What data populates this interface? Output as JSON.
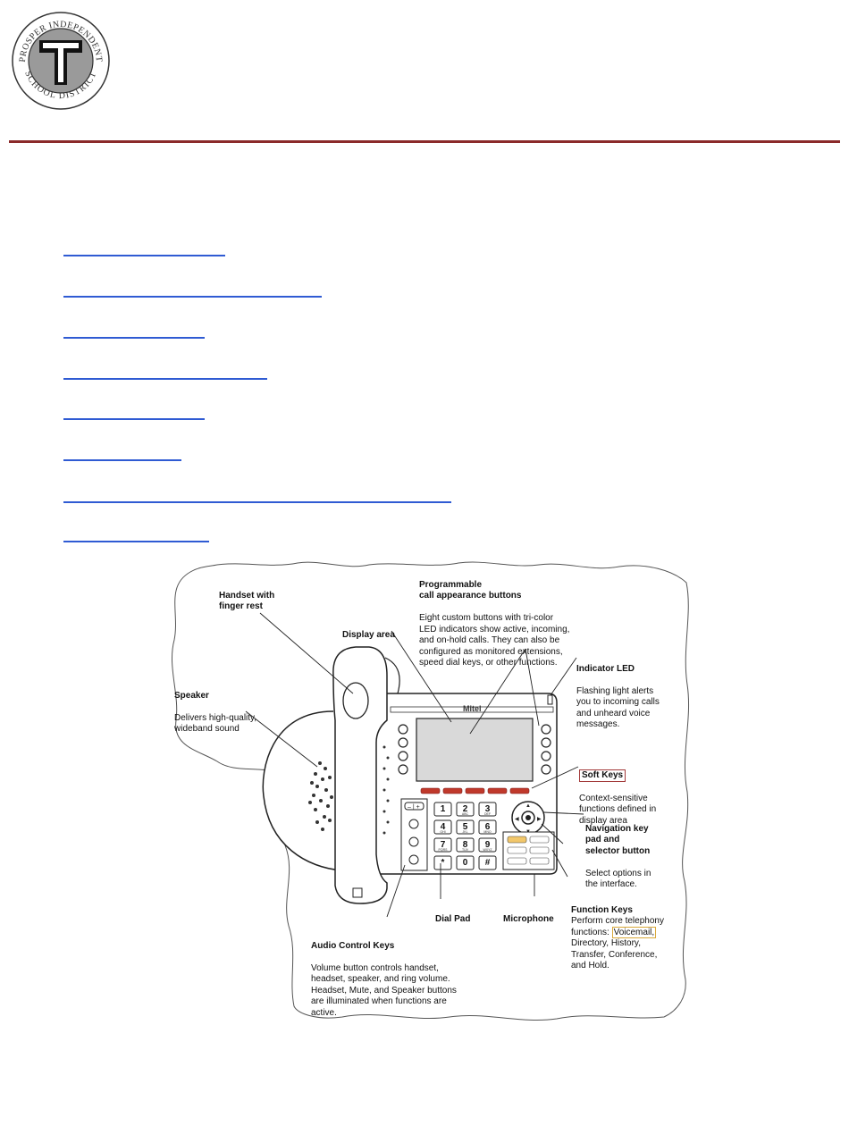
{
  "header": {
    "logo_text_top": "PROSPER INDEPENDENT",
    "logo_text_bottom": "SCHOOL DISTRICT",
    "logo_letter": "T",
    "rule_color": "#8b2a2a"
  },
  "toc": {
    "link_color": "#2f5bd3",
    "count": 8
  },
  "phone": {
    "brand": "Mitel",
    "dialpad": [
      "1",
      "2",
      "3",
      "4",
      "5",
      "6",
      "7",
      "8",
      "9",
      "*",
      "0",
      "#"
    ],
    "dialpad_sub": [
      "",
      "ABC",
      "DEF",
      "GHI",
      "JKL",
      "MNO",
      "PQRS",
      "TUV",
      "WXYZ",
      "",
      "",
      ""
    ],
    "volume_keys": "– | +"
  },
  "labels": {
    "handset_title": "Handset with\nfinger rest",
    "display_title": "Display area",
    "prog_title": "Programmable\ncall appearance buttons",
    "prog_desc": "Eight custom buttons with tri-color\nLED indicators show active, incoming,\nand on-hold calls. They can also be\nconfigured as monitored extensions,\nspeed dial keys, or other functions.",
    "indicator_title": "Indicator LED",
    "indicator_desc": "Flashing light alerts\nyou to incoming calls\nand unheard voice\nmessages.",
    "speaker_title": "Speaker",
    "speaker_desc": "Delivers high-quality,\nwideband sound",
    "softkeys_title": "Soft Keys",
    "softkeys_desc": "Context-sensitive\nfunctions defined in\ndisplay area",
    "nav_title": "Navigation key\npad and\nselector button",
    "nav_desc": "Select options in\nthe interface.",
    "dialpad_title": "Dial Pad",
    "microphone_title": "Microphone",
    "function_title": "Function Keys",
    "function_desc_1": "Perform core telephony\nfunctions: ",
    "function_voicemail": "Voicemail,",
    "function_desc_2": "\nDirectory, History,\nTransfer, Conference,\nand Hold.",
    "audio_title": "Audio Control Keys",
    "audio_desc": "Volume button controls handset,\nheadset, speaker, and ring volume.\nHeadset, Mute, and Speaker buttons\nare illuminated when functions are\nactive."
  }
}
